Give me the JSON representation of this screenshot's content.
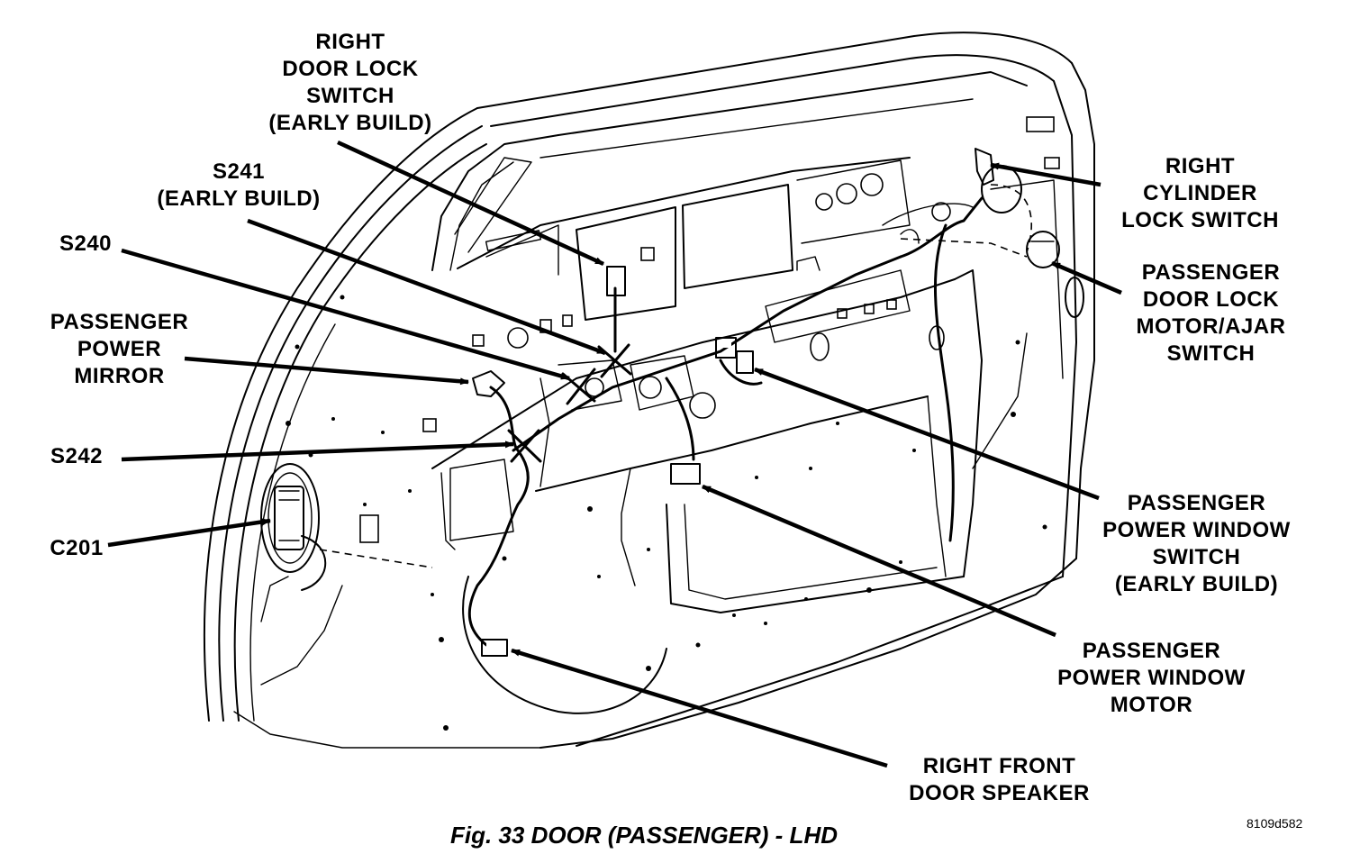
{
  "figure": {
    "caption": "Fig. 33 DOOR (PASSENGER) - LHD",
    "figure_id": "8109d582"
  },
  "labels": {
    "right_door_lock_switch": "RIGHT\nDOOR LOCK\nSWITCH\n(EARLY BUILD)",
    "s241": "S241\n(EARLY BUILD)",
    "s240": "S240",
    "passenger_power_mirror": "PASSENGER\nPOWER\nMIRROR",
    "s242": "S242",
    "c201": "C201",
    "right_cylinder_lock_switch": "RIGHT\nCYLINDER\nLOCK SWITCH",
    "passenger_door_lock_motor": "PASSENGER\nDOOR LOCK\nMOTOR/AJAR\nSWITCH",
    "passenger_power_window_switch": "PASSENGER\nPOWER WINDOW\nSWITCH\n(EARLY BUILD)",
    "passenger_power_window_motor": "PASSENGER\nPOWER WINDOW\nMOTOR",
    "right_front_door_speaker": "RIGHT FRONT\nDOOR SPEAKER"
  },
  "colors": {
    "ink": "#000000",
    "paper": "#ffffff"
  }
}
